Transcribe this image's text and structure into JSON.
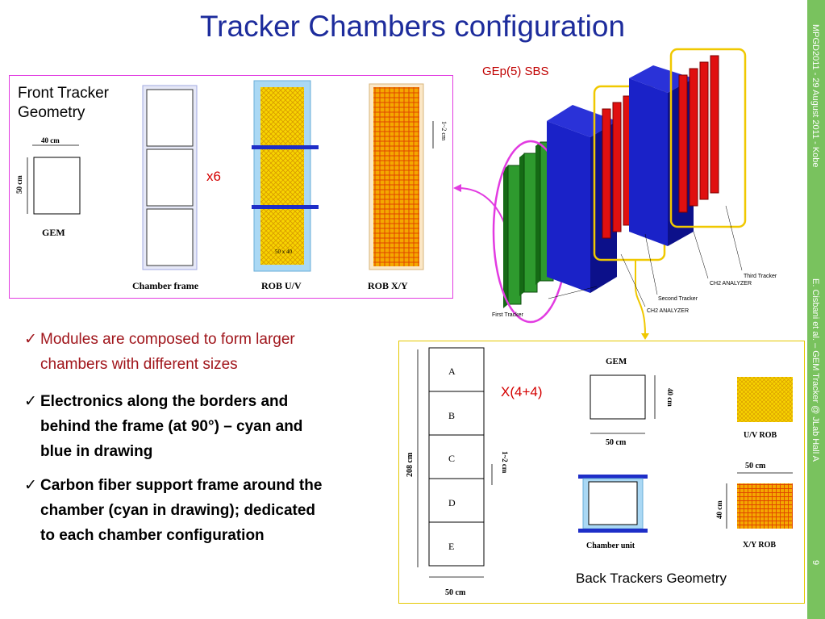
{
  "slide": {
    "title": "Tracker Chambers configuration",
    "page_number": "9",
    "sidebar_top": "MPGD2011 - 29 August 2011 - Kobe",
    "sidebar_bottom": "E. Cisbani et al. – GEM Tracker @ JLab Hall A"
  },
  "front": {
    "heading_line1": "Front Tracker",
    "heading_line2": "Geometry",
    "multiplier": "x6",
    "gem_width": "40 cm",
    "gem_height": "50 cm",
    "gem_label": "GEM",
    "frame_label": "Chamber frame",
    "rob_uv_label": "ROB U/V",
    "rob_uv_size": "50 x 40",
    "rob_xy_label": "ROB X/Y",
    "rob_xy_pitch": "1~2 cm"
  },
  "schematic": {
    "label": "GEp(5) SBS",
    "first_tracker": "First Tracker",
    "ch2_analyzer_1": "CH2 ANALYZER",
    "second_tracker": "Second Tracker",
    "ch2_analyzer_2": "CH2 ANALYZER",
    "third_tracker": "Third Tracker",
    "colors": {
      "first": "#2e9a2e",
      "analyzer": "#1a22c8",
      "tracker": "#e01010",
      "highlight_magenta": "#e23be1",
      "highlight_yellow": "#f0c800"
    }
  },
  "bullets": [
    {
      "text_line1": "Modules are composed to form larger",
      "text_line2": "chambers with different sizes",
      "style": "red"
    },
    {
      "text_line1": "Electronics along the borders and",
      "text_line2": "behind the frame (at 90°) – cyan and",
      "text_line3": "blue in drawing",
      "style": "bold"
    },
    {
      "text_line1": "Carbon fiber support frame around the",
      "text_line2": "chamber (cyan in drawing); dedicated",
      "text_line3": "to each chamber configuration",
      "style": "bold"
    }
  ],
  "back": {
    "modules": [
      "A",
      "B",
      "C",
      "D",
      "E"
    ],
    "height_label": "208 cm",
    "pitch_label": "1~2 cm",
    "width_label": "50 cm",
    "multiplier": "X(4+4)",
    "gem_label": "GEM",
    "gem_height": "40 cm",
    "gem_width": "50 cm",
    "uv_label": "U/V ROB",
    "unit_label": "Chamber unit",
    "xy_width": "50 cm",
    "xy_height": "40 cm",
    "xy_label": "X/Y ROB",
    "caption": "Back Trackers Geometry"
  }
}
